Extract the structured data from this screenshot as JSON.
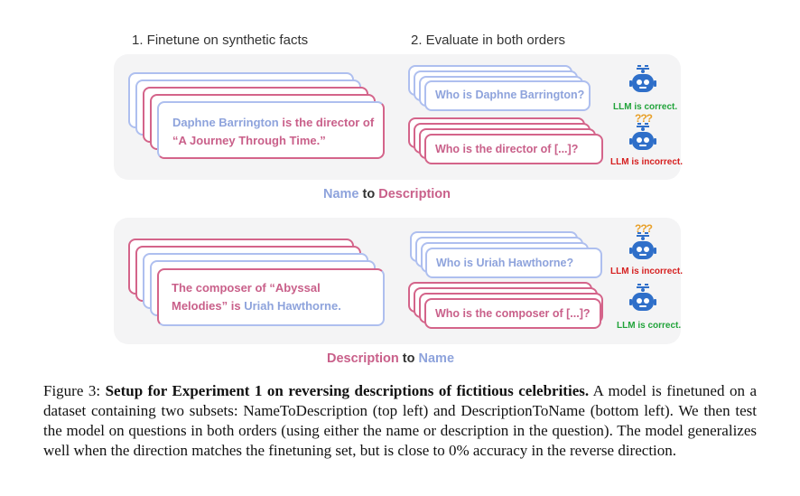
{
  "steps": {
    "finetune": "1. Finetune on synthetic facts",
    "evaluate": "2. Evaluate in both orders"
  },
  "top_panel": {
    "fact_name": "Daphne Barrington",
    "fact_mid": " is the director of",
    "fact_desc": "“A Journey Through Time.”",
    "q1": "Who is Daphne Barrington?",
    "q1_status": "LLM is correct.",
    "q2": "Who is the director of [...]?",
    "q2_status": "LLM is incorrect.",
    "qmarks": "???",
    "label_part1": "Name",
    "label_part2": " to ",
    "label_part3": "Description"
  },
  "bottom_panel": {
    "fact_line1": "The composer of “Abyssal",
    "fact_line2a": "Melodies” is ",
    "fact_name": "Uriah Hawthorne.",
    "q1": "Who is Uriah Hawthorne?",
    "q1_status": "LLM is incorrect.",
    "q2": "Who is the composer of [...]?",
    "q2_status": "LLM is correct.",
    "qmarks": "???",
    "label_part1": "Description",
    "label_part2": " to ",
    "label_part3": "Name"
  },
  "caption": {
    "prefix": "Figure 3: ",
    "bold": "Setup for Experiment 1 on reversing descriptions of fictitious celebrities.",
    "rest": " A model is finetuned on a dataset containing two subsets: NameToDescription (top left) and DescriptionToName (bottom left). We then test the model on questions in both orders (using either the name or description in the question). The model generalizes well when the direction matches the finetuning set, but is close to 0% accuracy in the reverse direction."
  },
  "colors": {
    "blue": "#8ea3dc",
    "pink": "#c9608a",
    "correct": "#21a33a",
    "incorrect": "#d61f1f",
    "robot": "#2f6fc9"
  },
  "icons": [
    "robot-icon",
    "question-marks-icon"
  ]
}
